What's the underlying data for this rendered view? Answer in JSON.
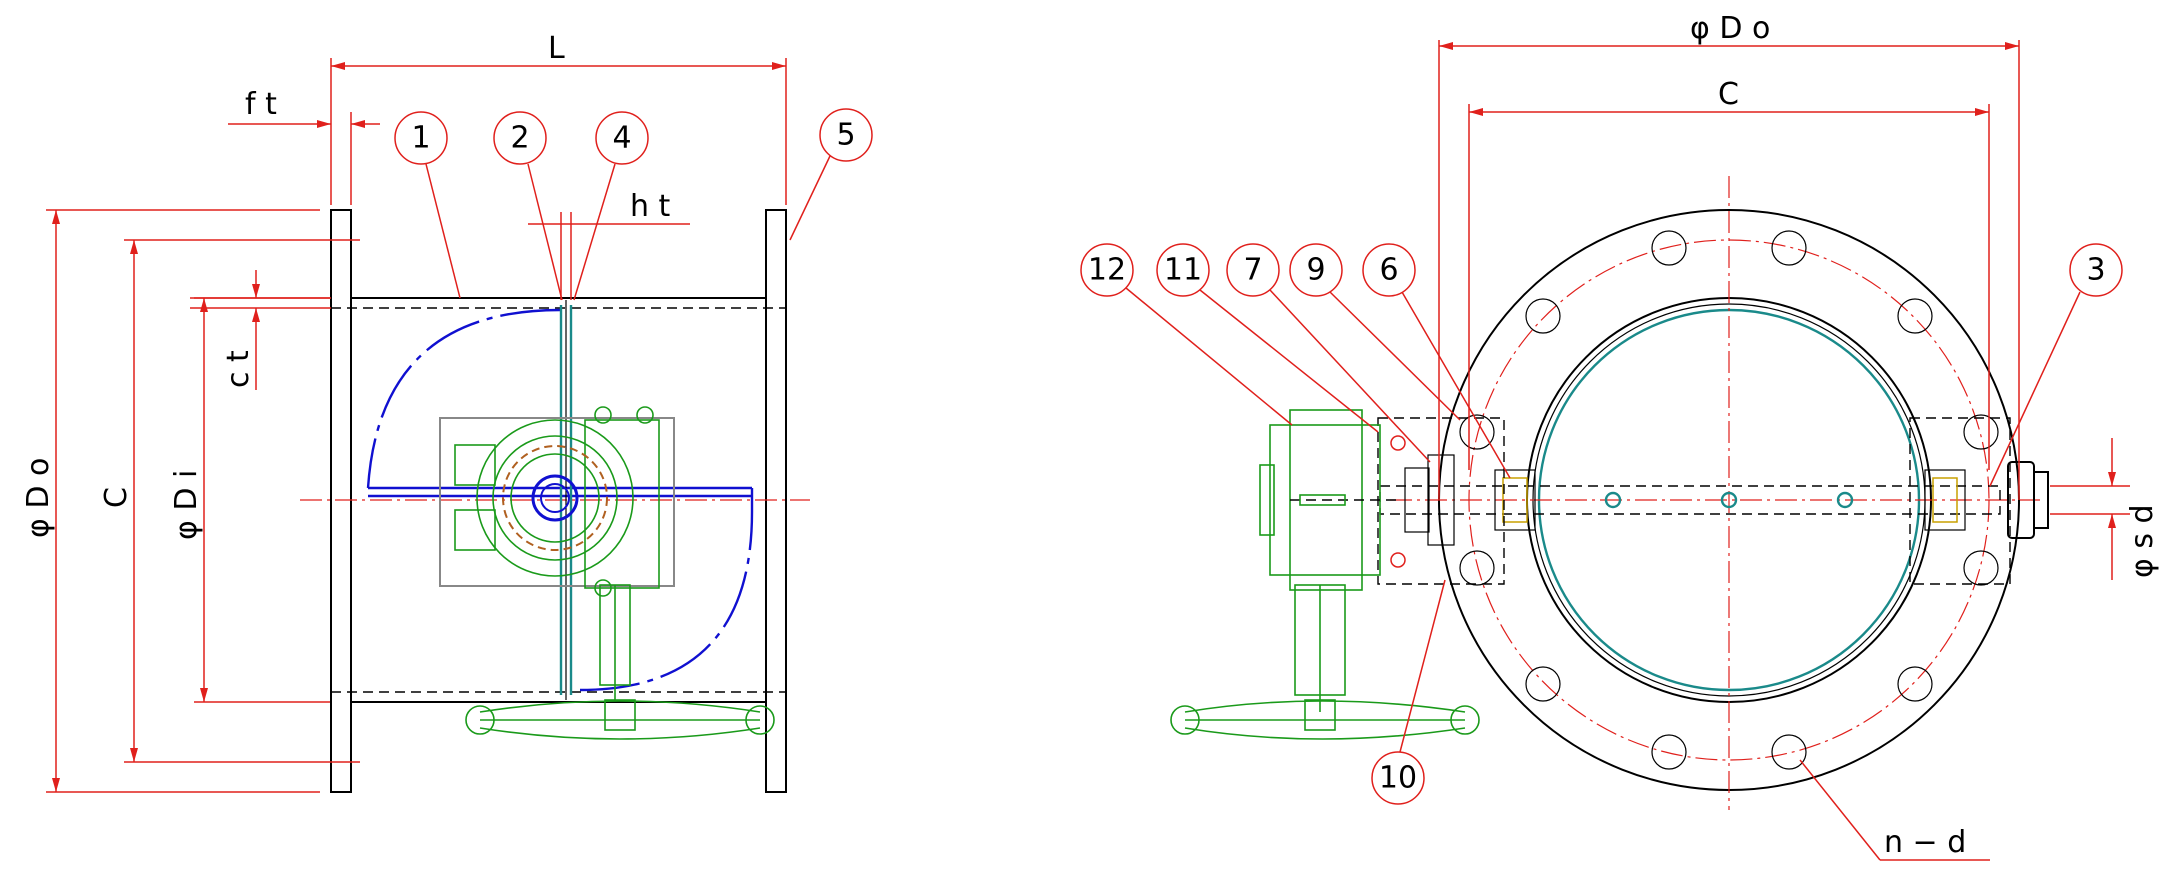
{
  "dimensions": {
    "L": "L",
    "ft": "f t",
    "ht": "h t",
    "ct": "c t",
    "phiDo_left": "φ D o",
    "C_left": "C",
    "phiDi": "φ D i",
    "phiDo_right": "φ D o",
    "C_right": "C",
    "phisd": "φ s d",
    "nd": "n − d"
  },
  "balloons": [
    "1",
    "2",
    "4",
    "5",
    "12",
    "11",
    "7",
    "9",
    "6",
    "3",
    "10"
  ]
}
